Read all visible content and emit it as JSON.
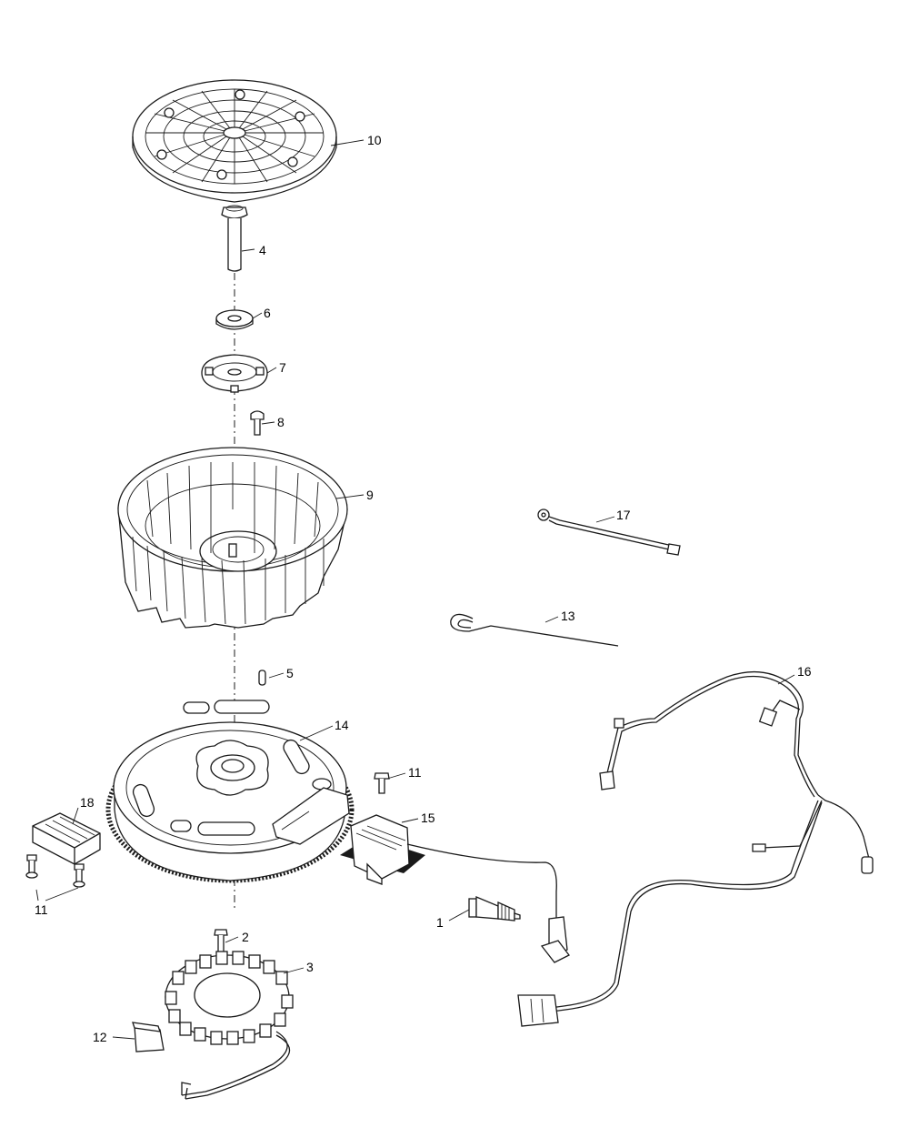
{
  "diagram": {
    "parts": [
      {
        "key": "p1",
        "label": "1"
      },
      {
        "key": "p2",
        "label": "2"
      },
      {
        "key": "p3",
        "label": "3"
      },
      {
        "key": "p4",
        "label": "4"
      },
      {
        "key": "p5",
        "label": "5"
      },
      {
        "key": "p6",
        "label": "6"
      },
      {
        "key": "p7",
        "label": "7"
      },
      {
        "key": "p8",
        "label": "8"
      },
      {
        "key": "p9",
        "label": "9"
      },
      {
        "key": "p10",
        "label": "10"
      },
      {
        "key": "p11a",
        "label": "11"
      },
      {
        "key": "p11b",
        "label": "11"
      },
      {
        "key": "p12",
        "label": "12"
      },
      {
        "key": "p13",
        "label": "13"
      },
      {
        "key": "p14",
        "label": "14"
      },
      {
        "key": "p15",
        "label": "15"
      },
      {
        "key": "p16",
        "label": "16"
      },
      {
        "key": "p17",
        "label": "17"
      },
      {
        "key": "p18",
        "label": "18"
      }
    ]
  }
}
